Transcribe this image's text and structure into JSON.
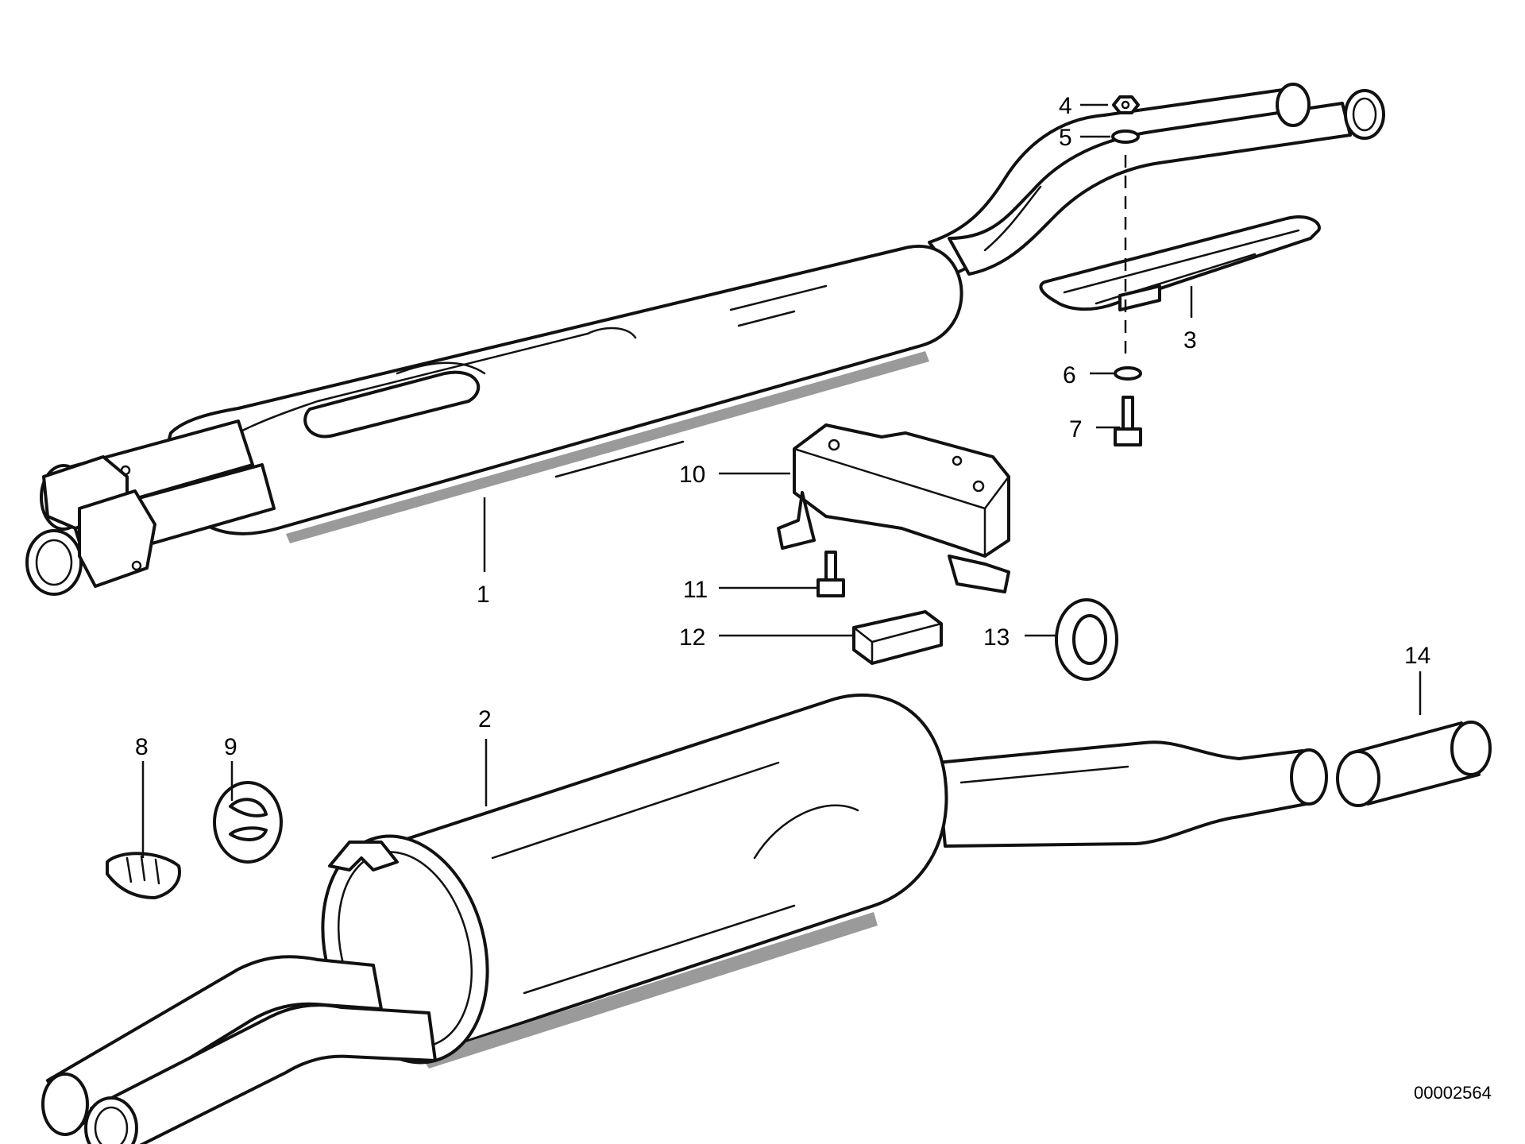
{
  "diagram": {
    "callouts": {
      "c1": "1",
      "c2": "2",
      "c3": "3",
      "c4": "4",
      "c5": "5",
      "c6": "6",
      "c7": "7",
      "c8": "8",
      "c9": "9",
      "c10": "10",
      "c11": "11",
      "c12": "12",
      "c13": "13",
      "c14": "14"
    },
    "catalog_number": "00002564"
  }
}
